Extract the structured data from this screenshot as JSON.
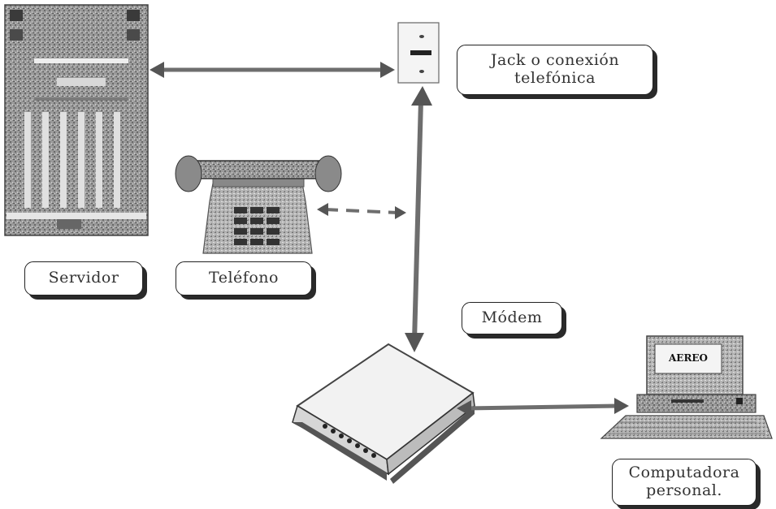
{
  "labels": {
    "servidor": "Servidor",
    "telefono": "Teléfono",
    "jack_line1": "Jack o conexión",
    "jack_line2": "telefónica",
    "modem": "Módem",
    "computadora_line1": "Computadora",
    "computadora_line2": "personal."
  },
  "screen_text": "AEREO",
  "colors": {
    "device_dark": "#555555",
    "device_mid": "#8a8a8a",
    "device_light": "#c9c9c9",
    "arrow": "#6e6e6e",
    "label_border": "#222222",
    "label_shadow": "#2a2a2a"
  }
}
